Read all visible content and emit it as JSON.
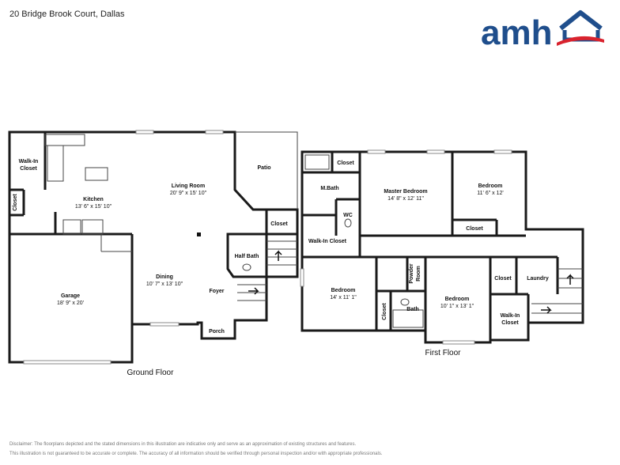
{
  "header": {
    "address": "20 Bridge Brook Court, Dallas",
    "logo_text": "amh",
    "brand_color": "#1f4e8c",
    "accent_color": "#d9232e"
  },
  "floors": {
    "ground_label": "Ground Floor",
    "first_label": "First Floor"
  },
  "rooms": {
    "walkin_closet_ground": "Walk-In Closet",
    "closet_ground_left": "Closet",
    "kitchen": {
      "name": "Kitchen",
      "dims": "13' 6\" x 15' 10\""
    },
    "living": {
      "name": "Living Room",
      "dims": "20' 9\" x 15' 10\""
    },
    "patio": "Patio",
    "closet_ground_right": "Closet",
    "half_bath": "Half Bath",
    "dining": {
      "name": "Dining",
      "dims": "10' 7\" x 13' 10\""
    },
    "foyer": "Foyer",
    "garage": {
      "name": "Garage",
      "dims": "18' 9\" x 20'"
    },
    "porch": "Porch",
    "closet_mbath": "Closet",
    "mbath": "M.Bath",
    "wc": "WC",
    "walkin_closet_first": "Walk-In Closet",
    "master_bedroom": {
      "name": "Master Bedroom",
      "dims": "14' 8\" x 12' 11\""
    },
    "bedroom_ne": {
      "name": "Bedroom",
      "dims": "11' 6\" x 12'"
    },
    "closet_bedroom_ne": "Closet",
    "bedroom_w": {
      "name": "Bedroom",
      "dims": "14' x 11' 1\""
    },
    "closet_bedroom_w": "Closet",
    "powder_room": "Powder Room",
    "bath": "Bath",
    "bedroom_s": {
      "name": "Bedroom",
      "dims": "10' 1\" x 13' 1\""
    },
    "closet_hall": "Closet",
    "laundry": "Laundry",
    "walkin_closet_hall": "Walk-In Closet"
  },
  "disclaimer": {
    "line1": "Disclaimer: The floorplans depicted and the stated dimensions in this illustration are indicative only and serve as an approximation of existing structures and features.",
    "line2": "This illustration is not guaranteed to be accurate or complete. The accuracy of all information should be verified through personal inspection and/or with appropriate professionals."
  }
}
